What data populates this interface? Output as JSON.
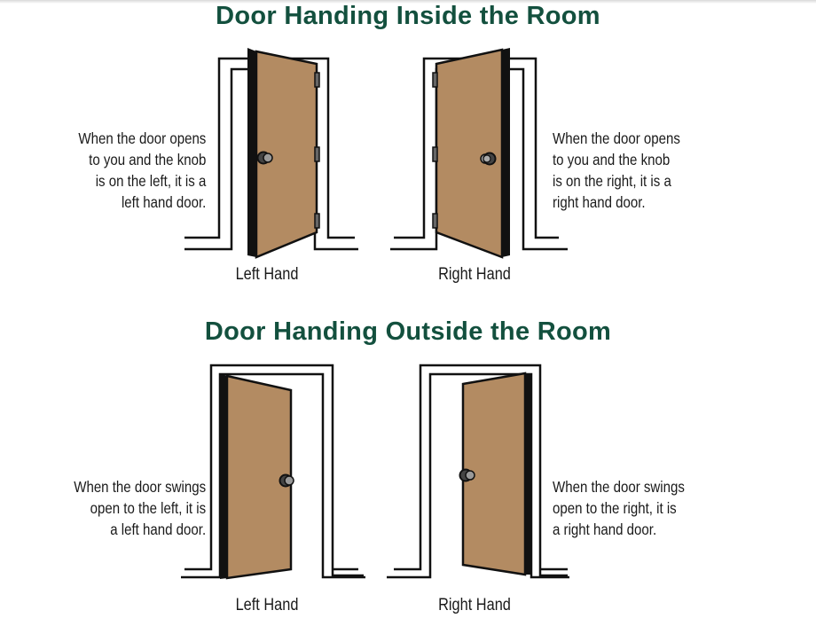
{
  "colors": {
    "title": "#13503e",
    "door_fill": "#b38b62",
    "outline": "#111111",
    "knob": "#555555",
    "text": "#1a1a1a"
  },
  "inside": {
    "title": "Door Handing Inside the Room",
    "left": {
      "caption": "Left Hand",
      "description": [
        "When the door opens",
        "to you and the knob",
        "is on the left, it is a",
        "left hand door."
      ]
    },
    "right": {
      "caption": "Right Hand",
      "description": [
        "When the door opens",
        "to you and the knob",
        "is on the right, it is a",
        "right hand door."
      ]
    }
  },
  "outside": {
    "title": "Door Handing Outside the Room",
    "left": {
      "caption": "Left Hand",
      "description": [
        "When the door swings",
        "open to the left, it is",
        "a left hand door."
      ]
    },
    "right": {
      "caption": "Right Hand",
      "description": [
        "When the door swings",
        "open to the right, it is",
        "a right hand door."
      ]
    }
  },
  "icons": {
    "door_inside_left": "door-open-toward-viewer-knob-left",
    "door_inside_right": "door-open-toward-viewer-knob-right",
    "door_outside_left": "door-swing-away-left",
    "door_outside_right": "door-swing-away-right"
  }
}
